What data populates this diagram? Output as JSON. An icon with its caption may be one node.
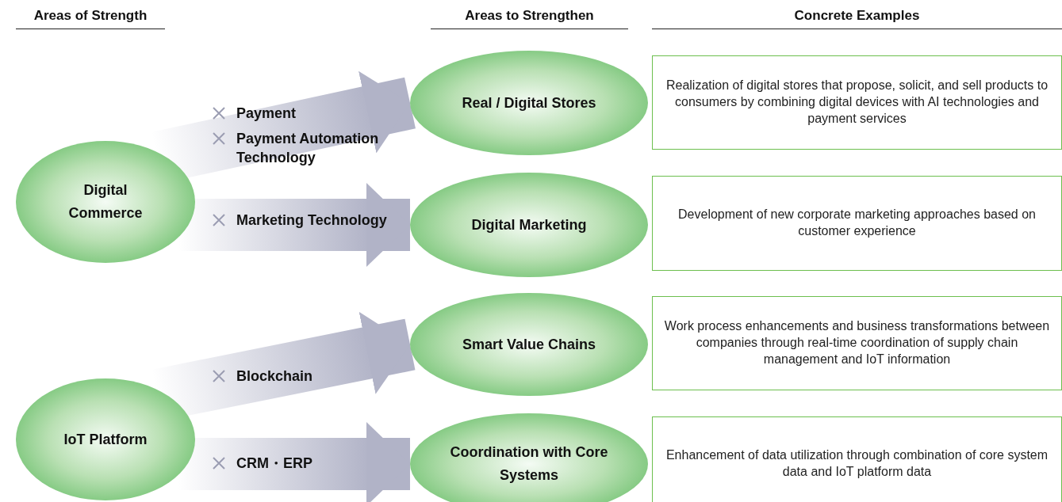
{
  "diagram": {
    "nodes": [
      {
        "text": [
          "Digital Commerce"
        ]
      },
      {
        "text": [
          "IoT Platform"
        ]
      },
      {
        "text": [
          "Real / Digital Stores"
        ]
      },
      {
        "text": [
          "Digital Marketing"
        ]
      },
      {
        "text": [
          "Smart Value Chains"
        ]
      },
      {
        "text": [
          "Coordination with Core Systems"
        ]
      },
      {
        "text": [
          "Realization of digital stores that propose, solicit, and sell products to consumers by combining digital devices with AI technologies and payment services"
        ]
      },
      {
        "text": [
          "Development of new corporate marketing approaches based on customer experience"
        ]
      },
      {
        "text": [
          "Work process enhancements and business transformations between companies through real-time coordination of supply chain management and IoT information"
        ]
      },
      {
        "text": [
          "Enhancement of data utilization through combination of core system data and IoT platform data"
        ]
      }
    ],
    "edges": [
      {
        "from": 0,
        "to": 2,
        "arrow": "to",
        "style": "thick"
      },
      {
        "from": 0,
        "to": 3,
        "arrow": "to",
        "style": "thick"
      },
      {
        "from": 1,
        "to": 4,
        "arrow": "to",
        "style": "thick"
      },
      {
        "from": 1,
        "to": 5,
        "arrow": "to",
        "style": "thick"
      }
    ],
    "labels": [
      "Areas of Strength",
      "Areas to Strengthen",
      "Concrete Examples",
      "Payment",
      "Payment Automation Technology",
      "Marketing Technology",
      "Blockchain",
      "CRM・ERP"
    ]
  }
}
